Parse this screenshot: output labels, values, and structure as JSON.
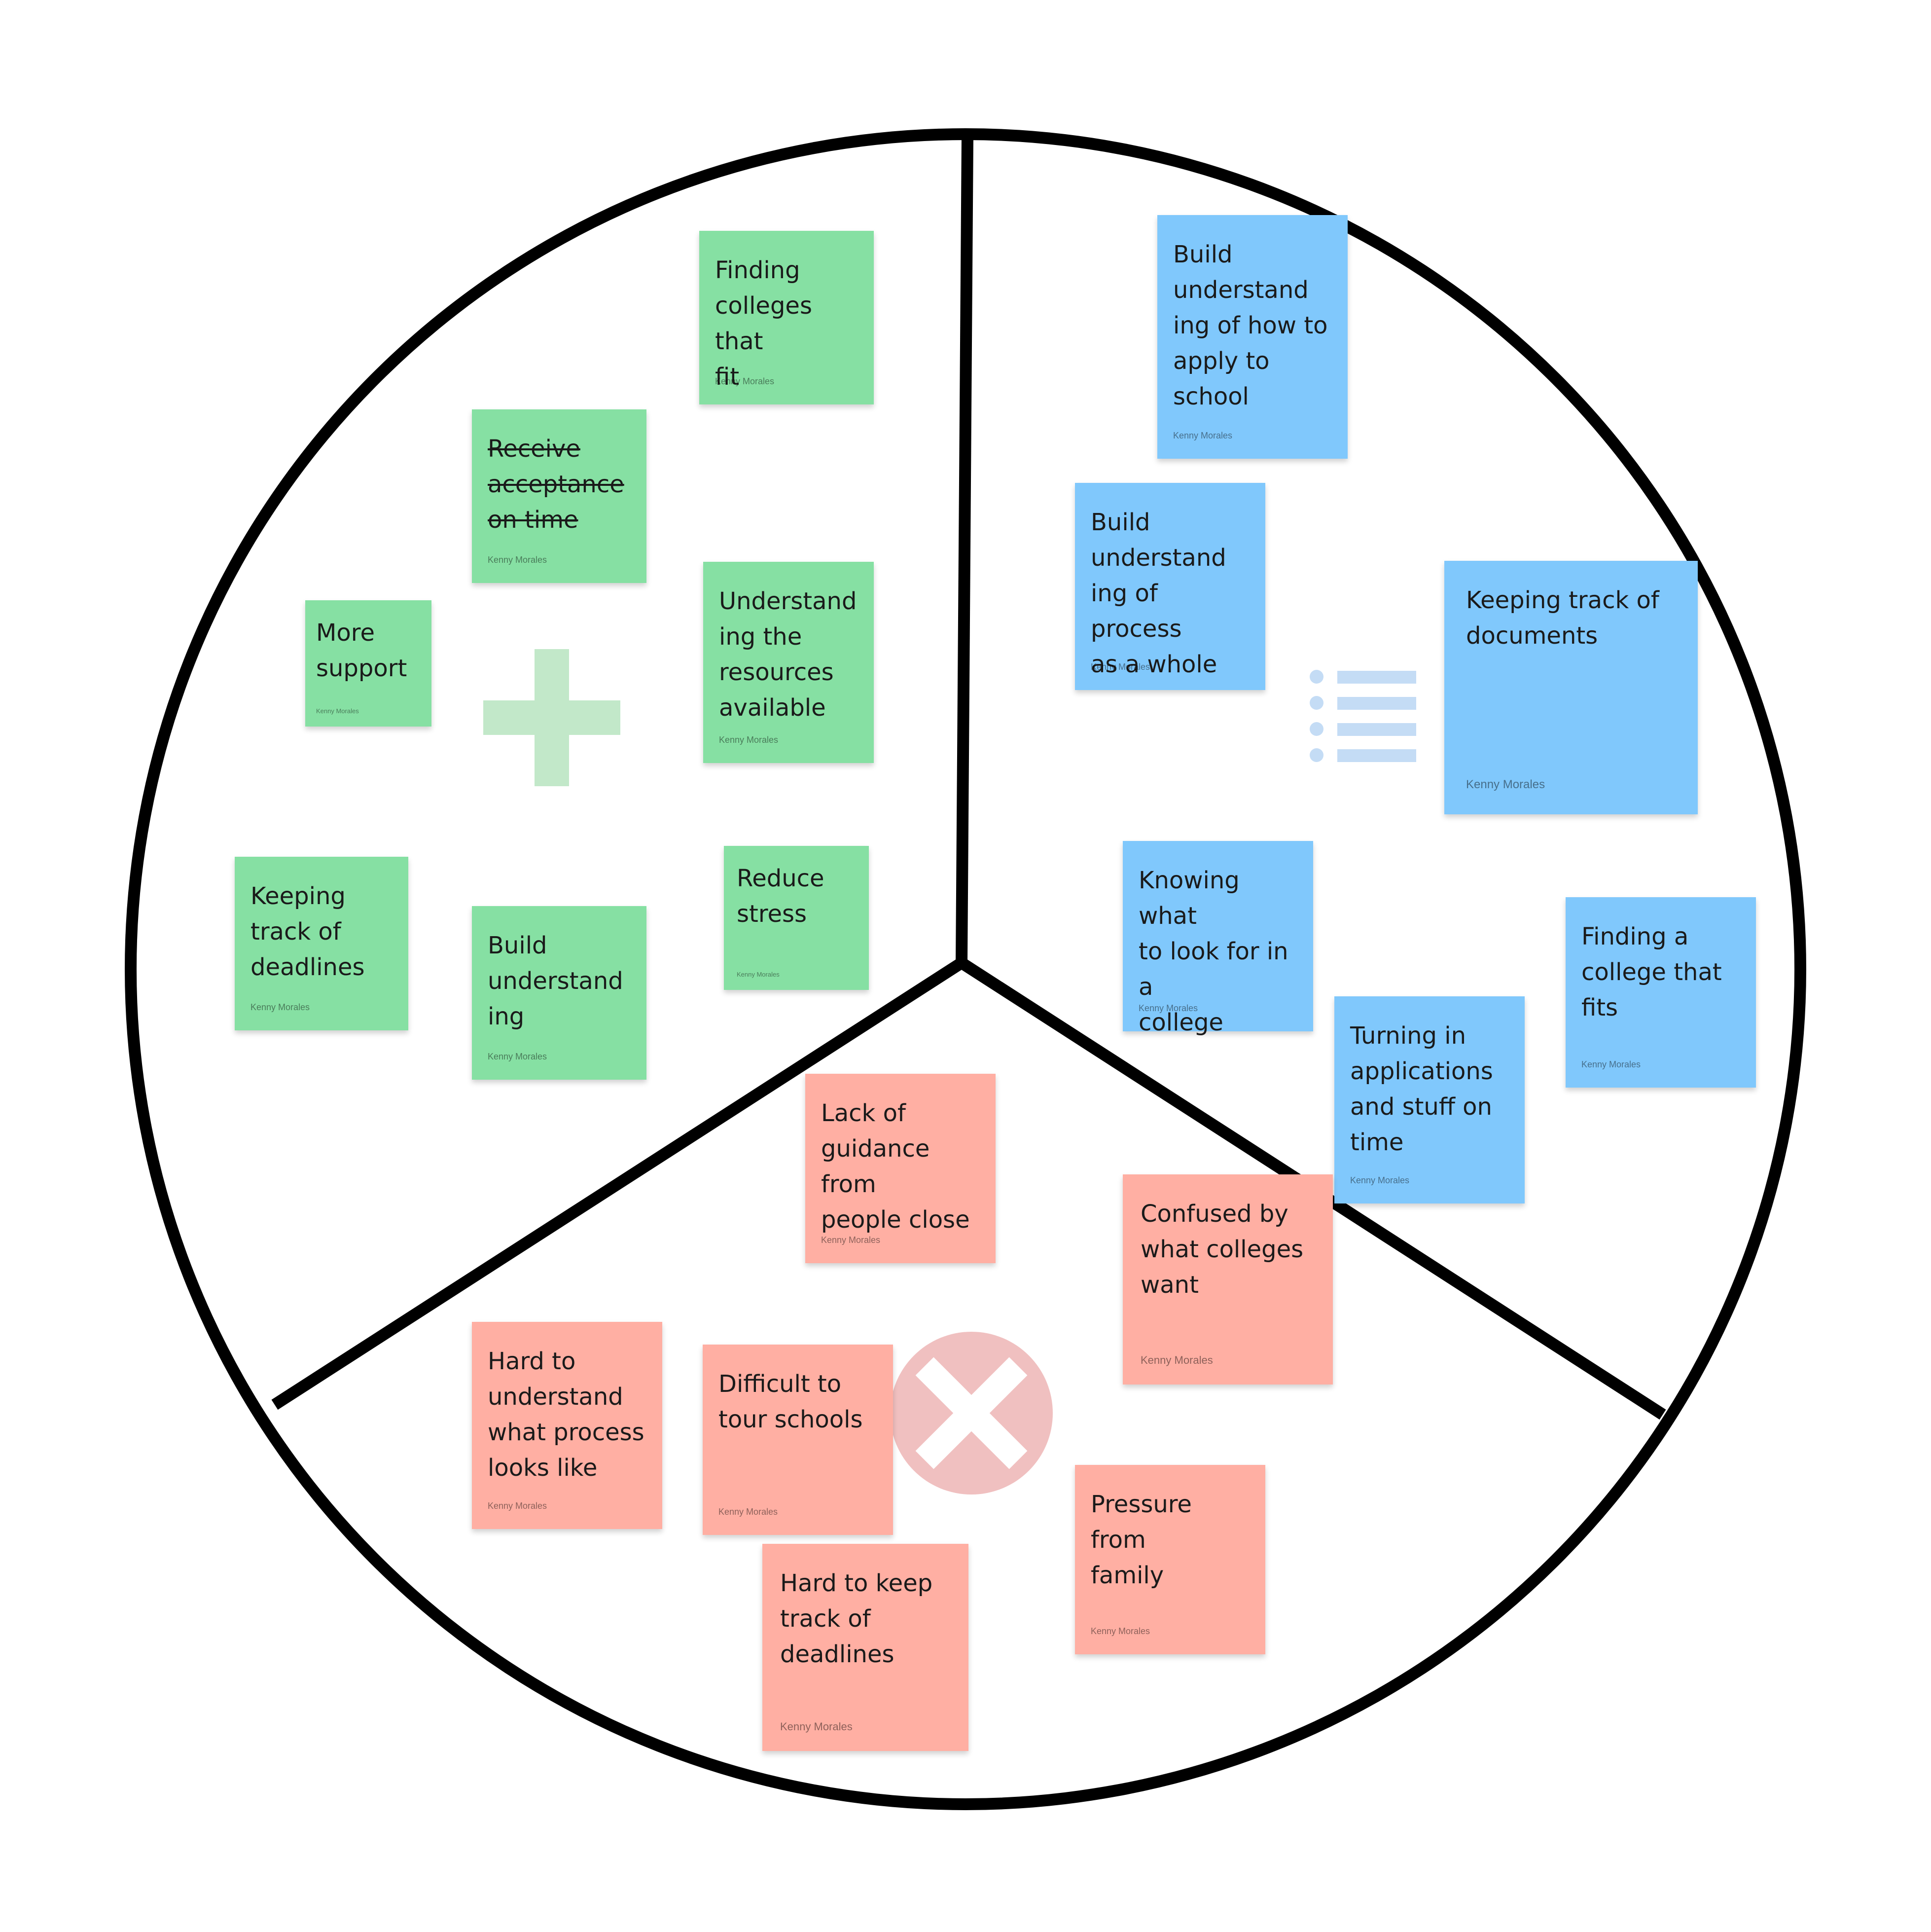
{
  "colors": {
    "green": "#86e0a3",
    "blue": "#80c8fc",
    "red": "#ffafa3",
    "plus_icon": "#c2e8c9",
    "x_circle": "#f0c0c0",
    "list_icon": "#c4dcf5",
    "outline": "#000000"
  },
  "icons": {
    "plus": "plus-icon",
    "list": "list-icon",
    "x": "x-circle-icon"
  },
  "notes": [
    {
      "id": "finding-colleges-that-fit",
      "color": "green",
      "text": "Finding\ncolleges that\nfit",
      "author": "Kenny Morales"
    },
    {
      "id": "receive-acceptance-on-time",
      "color": "green",
      "text": "Receive\nacceptance\non time",
      "author": "Kenny Morales",
      "struck": true
    },
    {
      "id": "more-support",
      "color": "green",
      "text": "More\nsupport",
      "author": "Kenny Morales"
    },
    {
      "id": "understanding-resources",
      "color": "green",
      "text": "Understand\ning the\nresources\navailable",
      "author": "Kenny Morales"
    },
    {
      "id": "keeping-track-of-deadlines",
      "color": "green",
      "text": "Keeping\ntrack of\ndeadlines",
      "author": "Kenny Morales"
    },
    {
      "id": "build-understanding",
      "color": "green",
      "text": "Build\nunderstand\ning",
      "author": "Kenny Morales"
    },
    {
      "id": "reduce-stress",
      "color": "green",
      "text": "Reduce\nstress",
      "author": "Kenny Morales"
    },
    {
      "id": "build-understanding-apply",
      "color": "blue",
      "text": "Build\nunderstand\ning of how to\napply to\nschool",
      "author": "Kenny Morales"
    },
    {
      "id": "build-understanding-process",
      "color": "blue",
      "text": "Build\nunderstand\ning of process\nas a whole",
      "author": "Kenny Morales"
    },
    {
      "id": "keeping-track-of-documents",
      "color": "blue",
      "text": "Keeping track of\ndocuments",
      "author": "Kenny Morales"
    },
    {
      "id": "knowing-what-to-look-for",
      "color": "blue",
      "text": "Knowing what\nto look for in a\ncollege",
      "author": "Kenny Morales"
    },
    {
      "id": "finding-a-college-that-fits",
      "color": "blue",
      "text": "Finding a\ncollege that\nfits",
      "author": "Kenny Morales"
    },
    {
      "id": "turning-in-applications",
      "color": "blue",
      "text": "Turning in\napplications\nand stuff on\ntime",
      "author": "Kenny Morales"
    },
    {
      "id": "lack-of-guidance",
      "color": "red",
      "text": "Lack of\nguidance from\npeople close",
      "author": "Kenny Morales"
    },
    {
      "id": "confused-by-colleges",
      "color": "red",
      "text": "Confused by\nwhat colleges\nwant",
      "author": "Kenny Morales"
    },
    {
      "id": "hard-to-understand-process",
      "color": "red",
      "text": "Hard to\nunderstand\nwhat process\nlooks like",
      "author": "Kenny Morales"
    },
    {
      "id": "difficult-to-tour-schools",
      "color": "red",
      "text": "Difficult to\ntour schools",
      "author": "Kenny Morales"
    },
    {
      "id": "pressure-from-family",
      "color": "red",
      "text": "Pressure from\nfamily",
      "author": "Kenny Morales"
    },
    {
      "id": "hard-to-keep-track-of-deadlines",
      "color": "red",
      "text": "Hard to keep\ntrack of\ndeadlines",
      "author": "Kenny Morales"
    }
  ]
}
